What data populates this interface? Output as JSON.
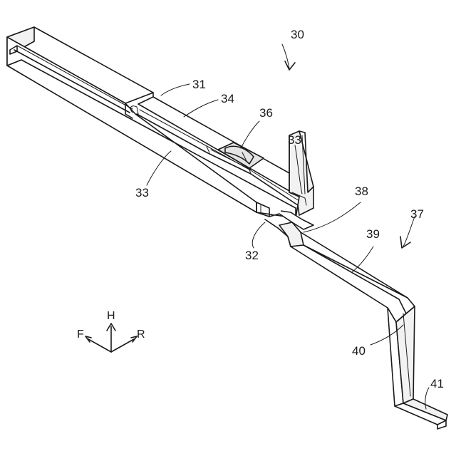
{
  "labels": {
    "assembly": "30",
    "l31": "31",
    "l34": "34",
    "l36": "36",
    "l33_right": "33",
    "l33_left": "33",
    "l38": "38",
    "l37": "37",
    "l39": "39",
    "l32": "32",
    "l40": "40",
    "l41": "41"
  },
  "axes": {
    "up": "H",
    "left": "F",
    "right": "R"
  }
}
